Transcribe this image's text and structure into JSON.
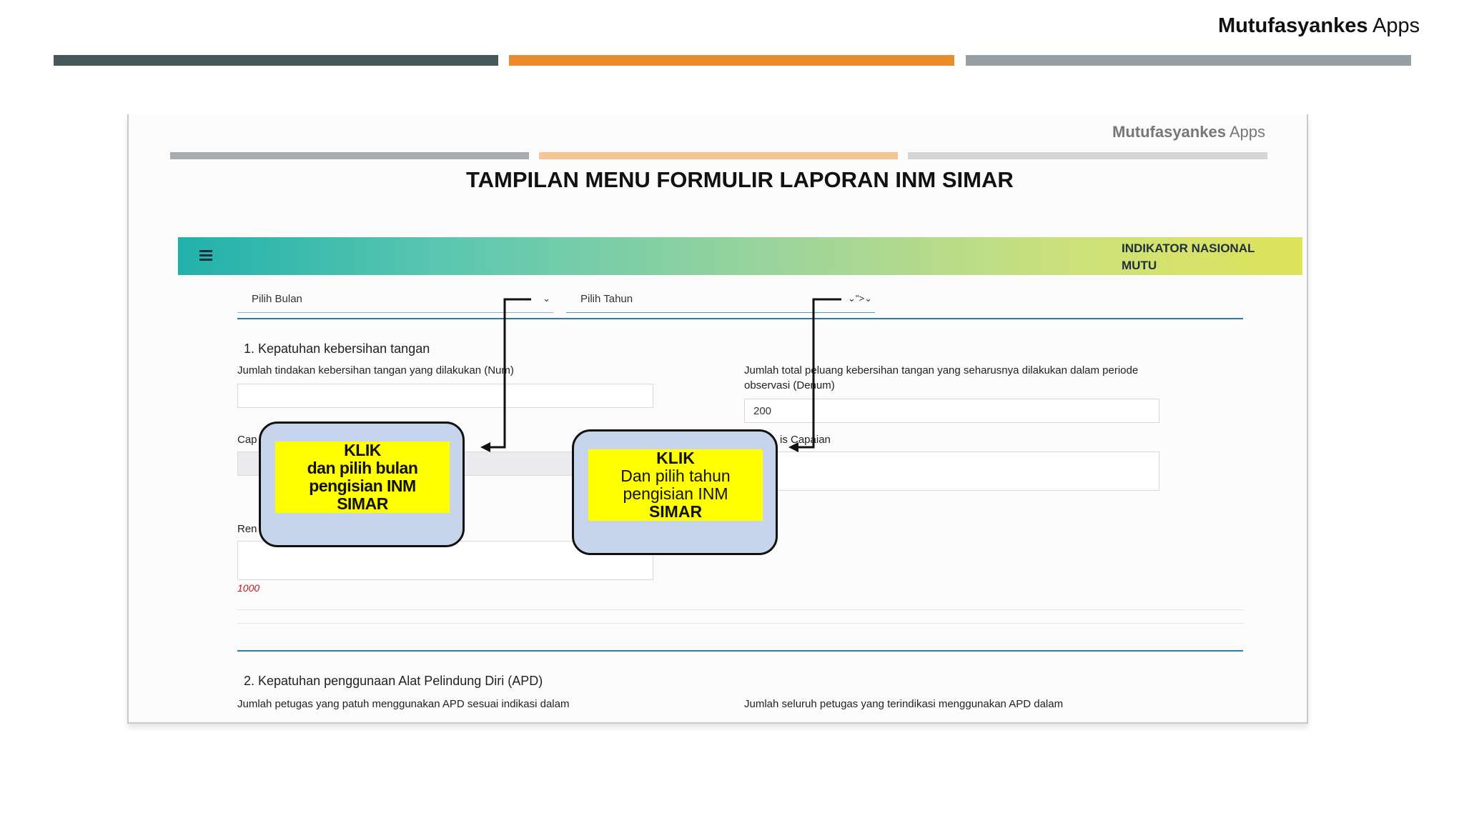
{
  "header": {
    "brand_bold": "Mutufasyankes",
    "brand_rest": " Apps",
    "bar_colors": [
      "#47585b",
      "#eb8c2e",
      "#97a0a4"
    ]
  },
  "screenshot": {
    "brand_bold": "Mutufasyankes",
    "brand_rest": " Apps",
    "bar_colors": [
      "#a6acaf",
      "#f5c693",
      "#d3d5d7"
    ],
    "title": "TAMPILAN MENU FORMULIR LAPORAN INM SIMAR",
    "app_bar": {
      "title": "INDIKATOR NASIONAL\nMUTU",
      "menu_icon": "hamburger-icon",
      "gradient": [
        "#21b1ab",
        "#dfe35a"
      ]
    },
    "filters": {
      "month_placeholder": "Pilih Bulan",
      "year_placeholder": "Pilih Tahun",
      "chevron_icon": "chevron-down-icon"
    },
    "section1": {
      "heading": "1. Kepatuhan kebersihan tangan",
      "num_label": "Jumlah tindakan kebersihan tangan yang dilakukan (Num)",
      "num_value": "",
      "denum_label": "Jumlah total peluang kebersihan tangan yang seharusnya dilakukan dalam periode observasi (Denum)",
      "denum_value": "200",
      "capaian_label_visible": "Cap",
      "analisis_label_visible": "is Capaian",
      "rencana_label_visible": "Ren",
      "counter": "1000"
    },
    "section2": {
      "heading": "2. Kepatuhan penggunaan Alat Pelindung Diri (APD)",
      "left_label": "Jumlah petugas yang patuh menggunakan APD sesuai indikasi dalam",
      "right_label": "Jumlah seluruh petugas yang terindikasi menggunakan APD dalam"
    },
    "callouts": [
      {
        "line1": "KLIK",
        "line2": "dan pilih bulan",
        "line3": "pengisian INM",
        "line4": "SIMAR"
      },
      {
        "line1": "KLIK",
        "line2": "Dan pilih tahun",
        "line3": "pengisian INM",
        "line4": "SIMAR"
      }
    ]
  }
}
